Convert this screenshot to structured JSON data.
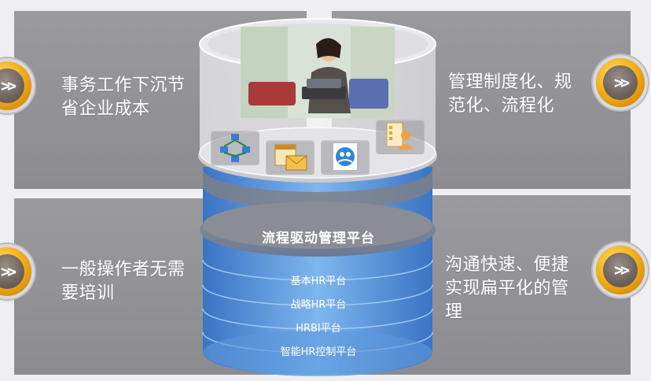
{
  "panels": {
    "top_left": "事务工作下沉节\n省企业成本",
    "top_right": "管理制度化、规\n范化、流程化",
    "bottom_left": "一般操作者无需\n要培训",
    "bottom_right": "沟通快速、便捷\n实现扁平化的管\n理"
  },
  "arrow_glyph": ">>",
  "platform": {
    "title": "流程驱动管理平台",
    "layers": [
      "基本HR平台",
      "战略HR平台",
      "HRBI平台",
      "智能HR控制平台"
    ]
  },
  "icons": [
    "workflow-icon",
    "calendar-mail-icon",
    "people-icon",
    "contacts-icon"
  ],
  "colors": {
    "panel": "#929296",
    "arrow_gold": "#f4b21c",
    "cylinder_blue": "#4d8fd8"
  }
}
